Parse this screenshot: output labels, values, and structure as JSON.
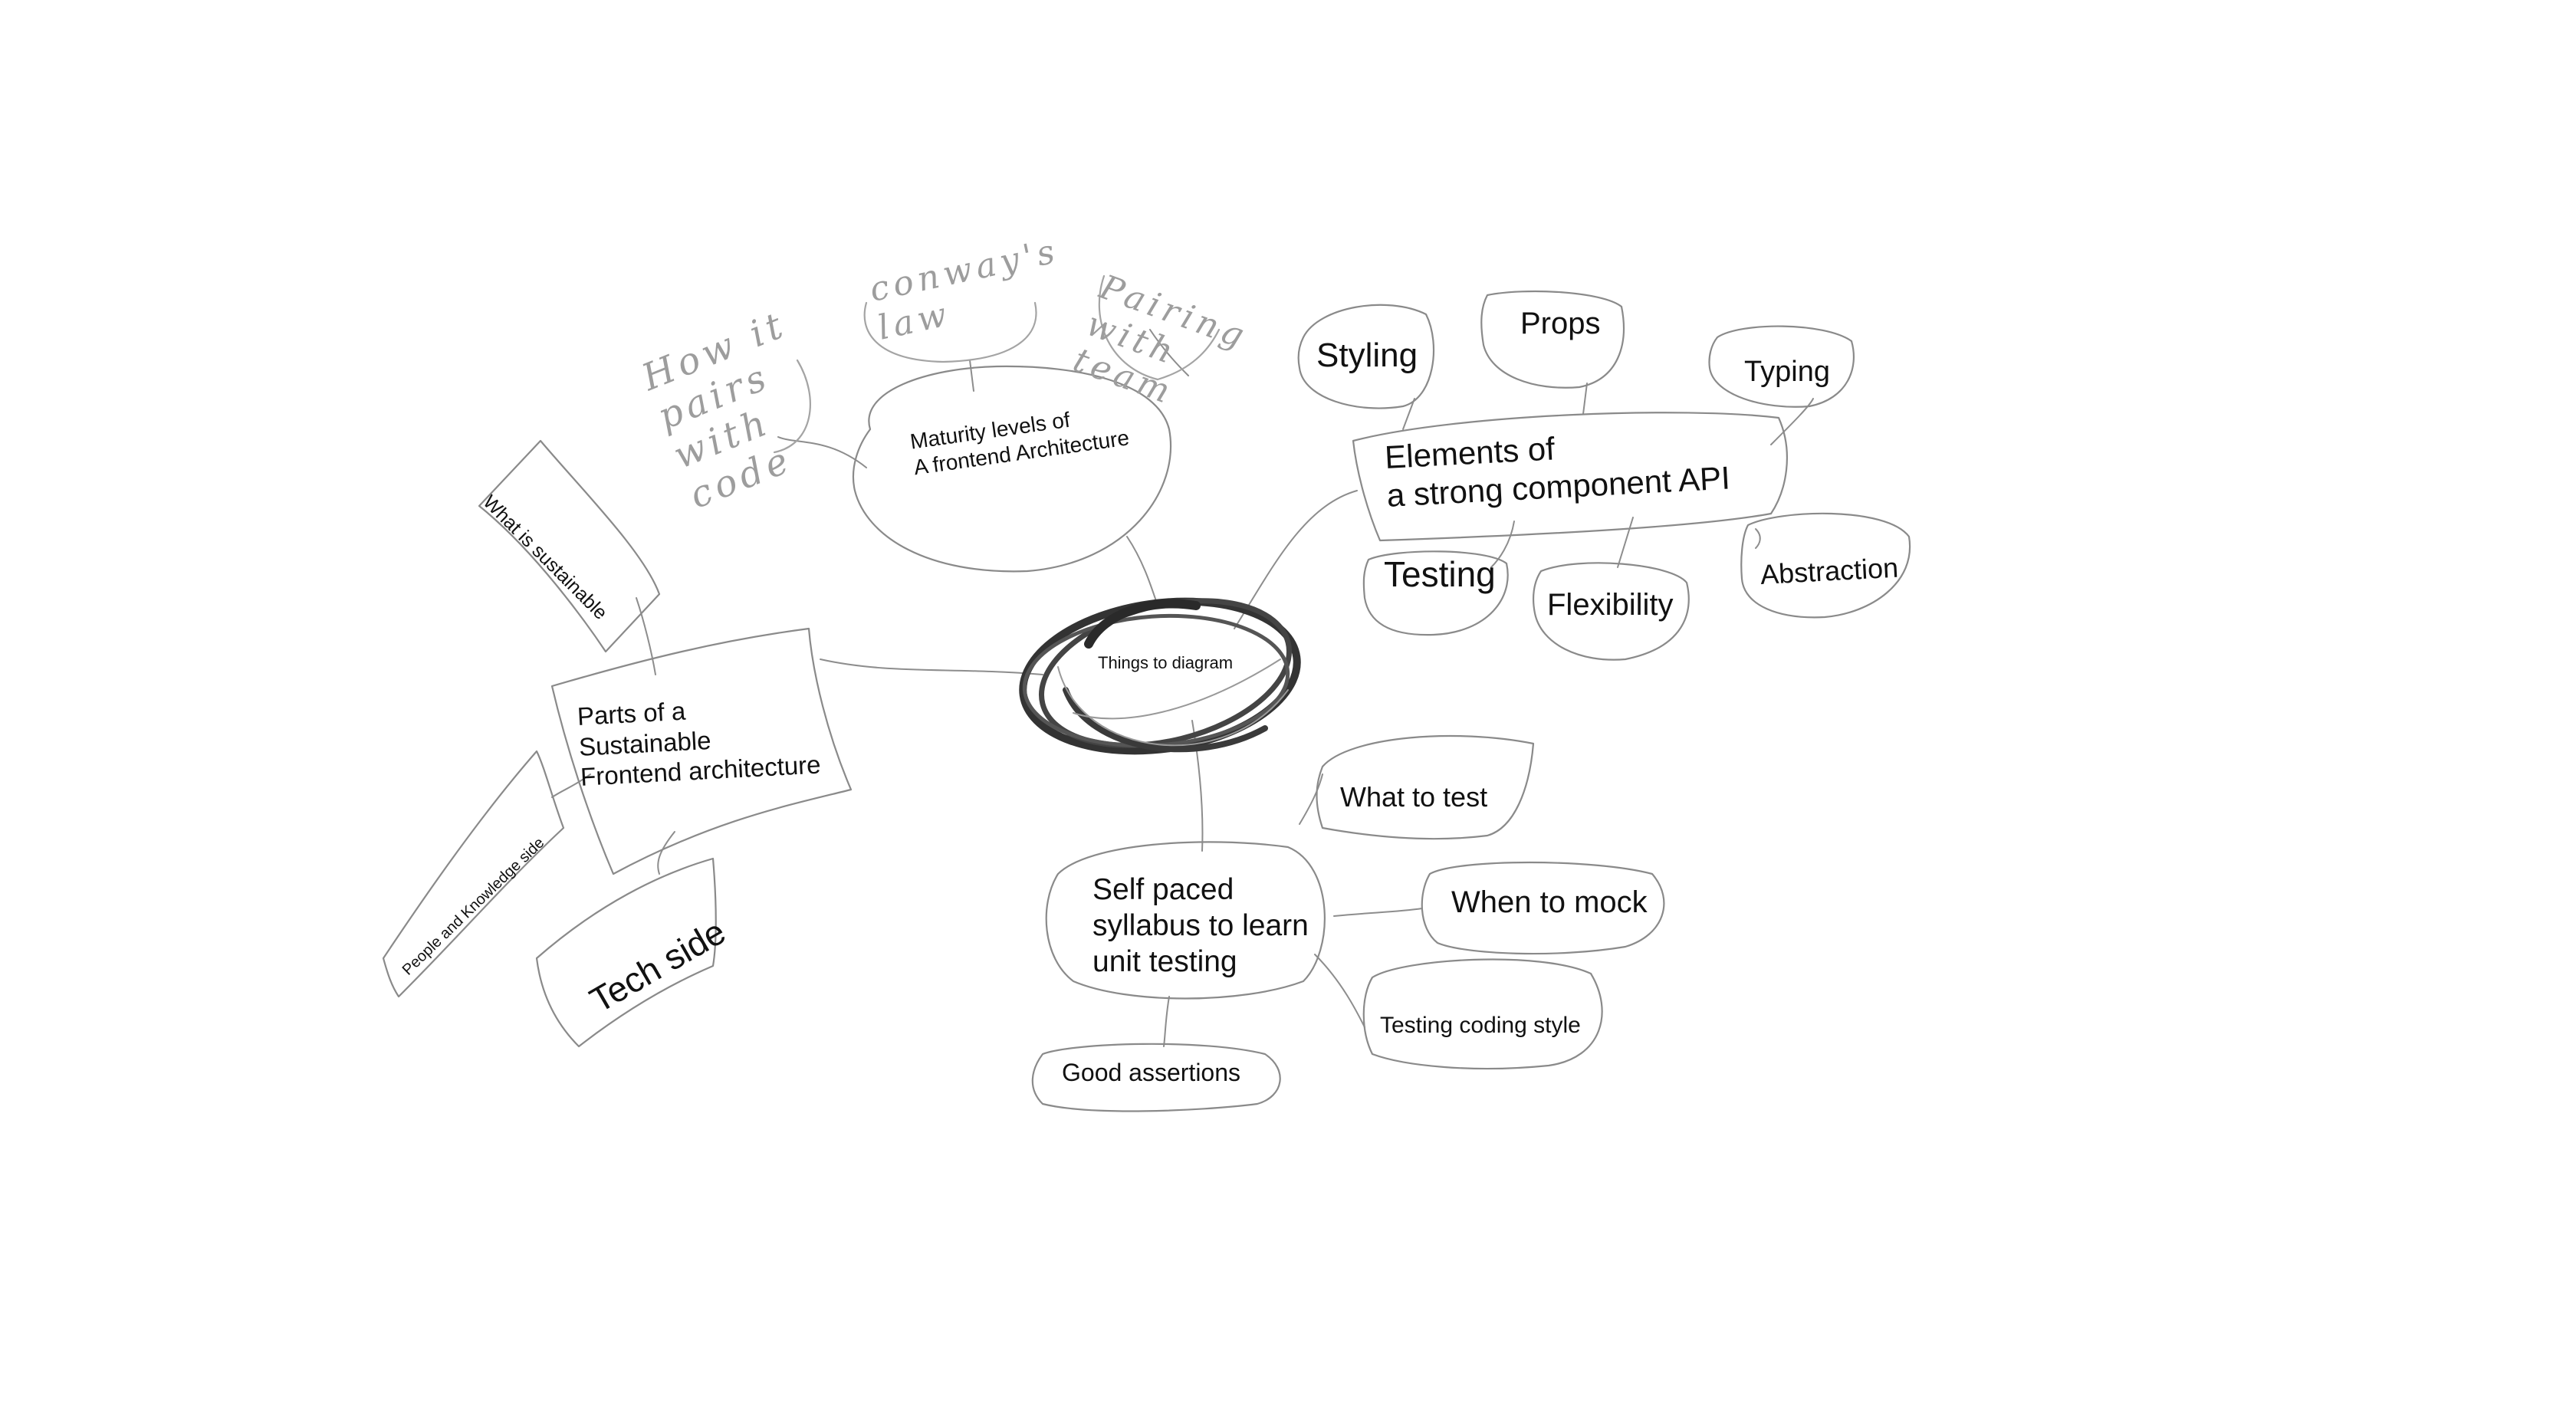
{
  "center": {
    "label": "Things to diagram"
  },
  "branches": {
    "maturity": {
      "label": "Maturity levels of\nA frontend Architecture",
      "notes": [
        "How it pairs with code",
        "conway's law",
        "Pairing with team"
      ]
    },
    "component_api": {
      "label": "Elements of\na strong component API",
      "items": [
        "Styling",
        "Props",
        "Typing",
        "Testing",
        "Flexibility",
        "Abstraction"
      ]
    },
    "sustainable": {
      "label": "Parts of a\nSustainable\nFrontend architecture",
      "items": [
        "What is sustainable",
        "People and Knowledge side",
        "Tech side"
      ]
    },
    "unit_testing": {
      "label": "Self paced\nsyllabus to learn\nunit testing",
      "items": [
        "What to test",
        "When to mock",
        "Testing coding style",
        "Good assertions"
      ]
    }
  }
}
